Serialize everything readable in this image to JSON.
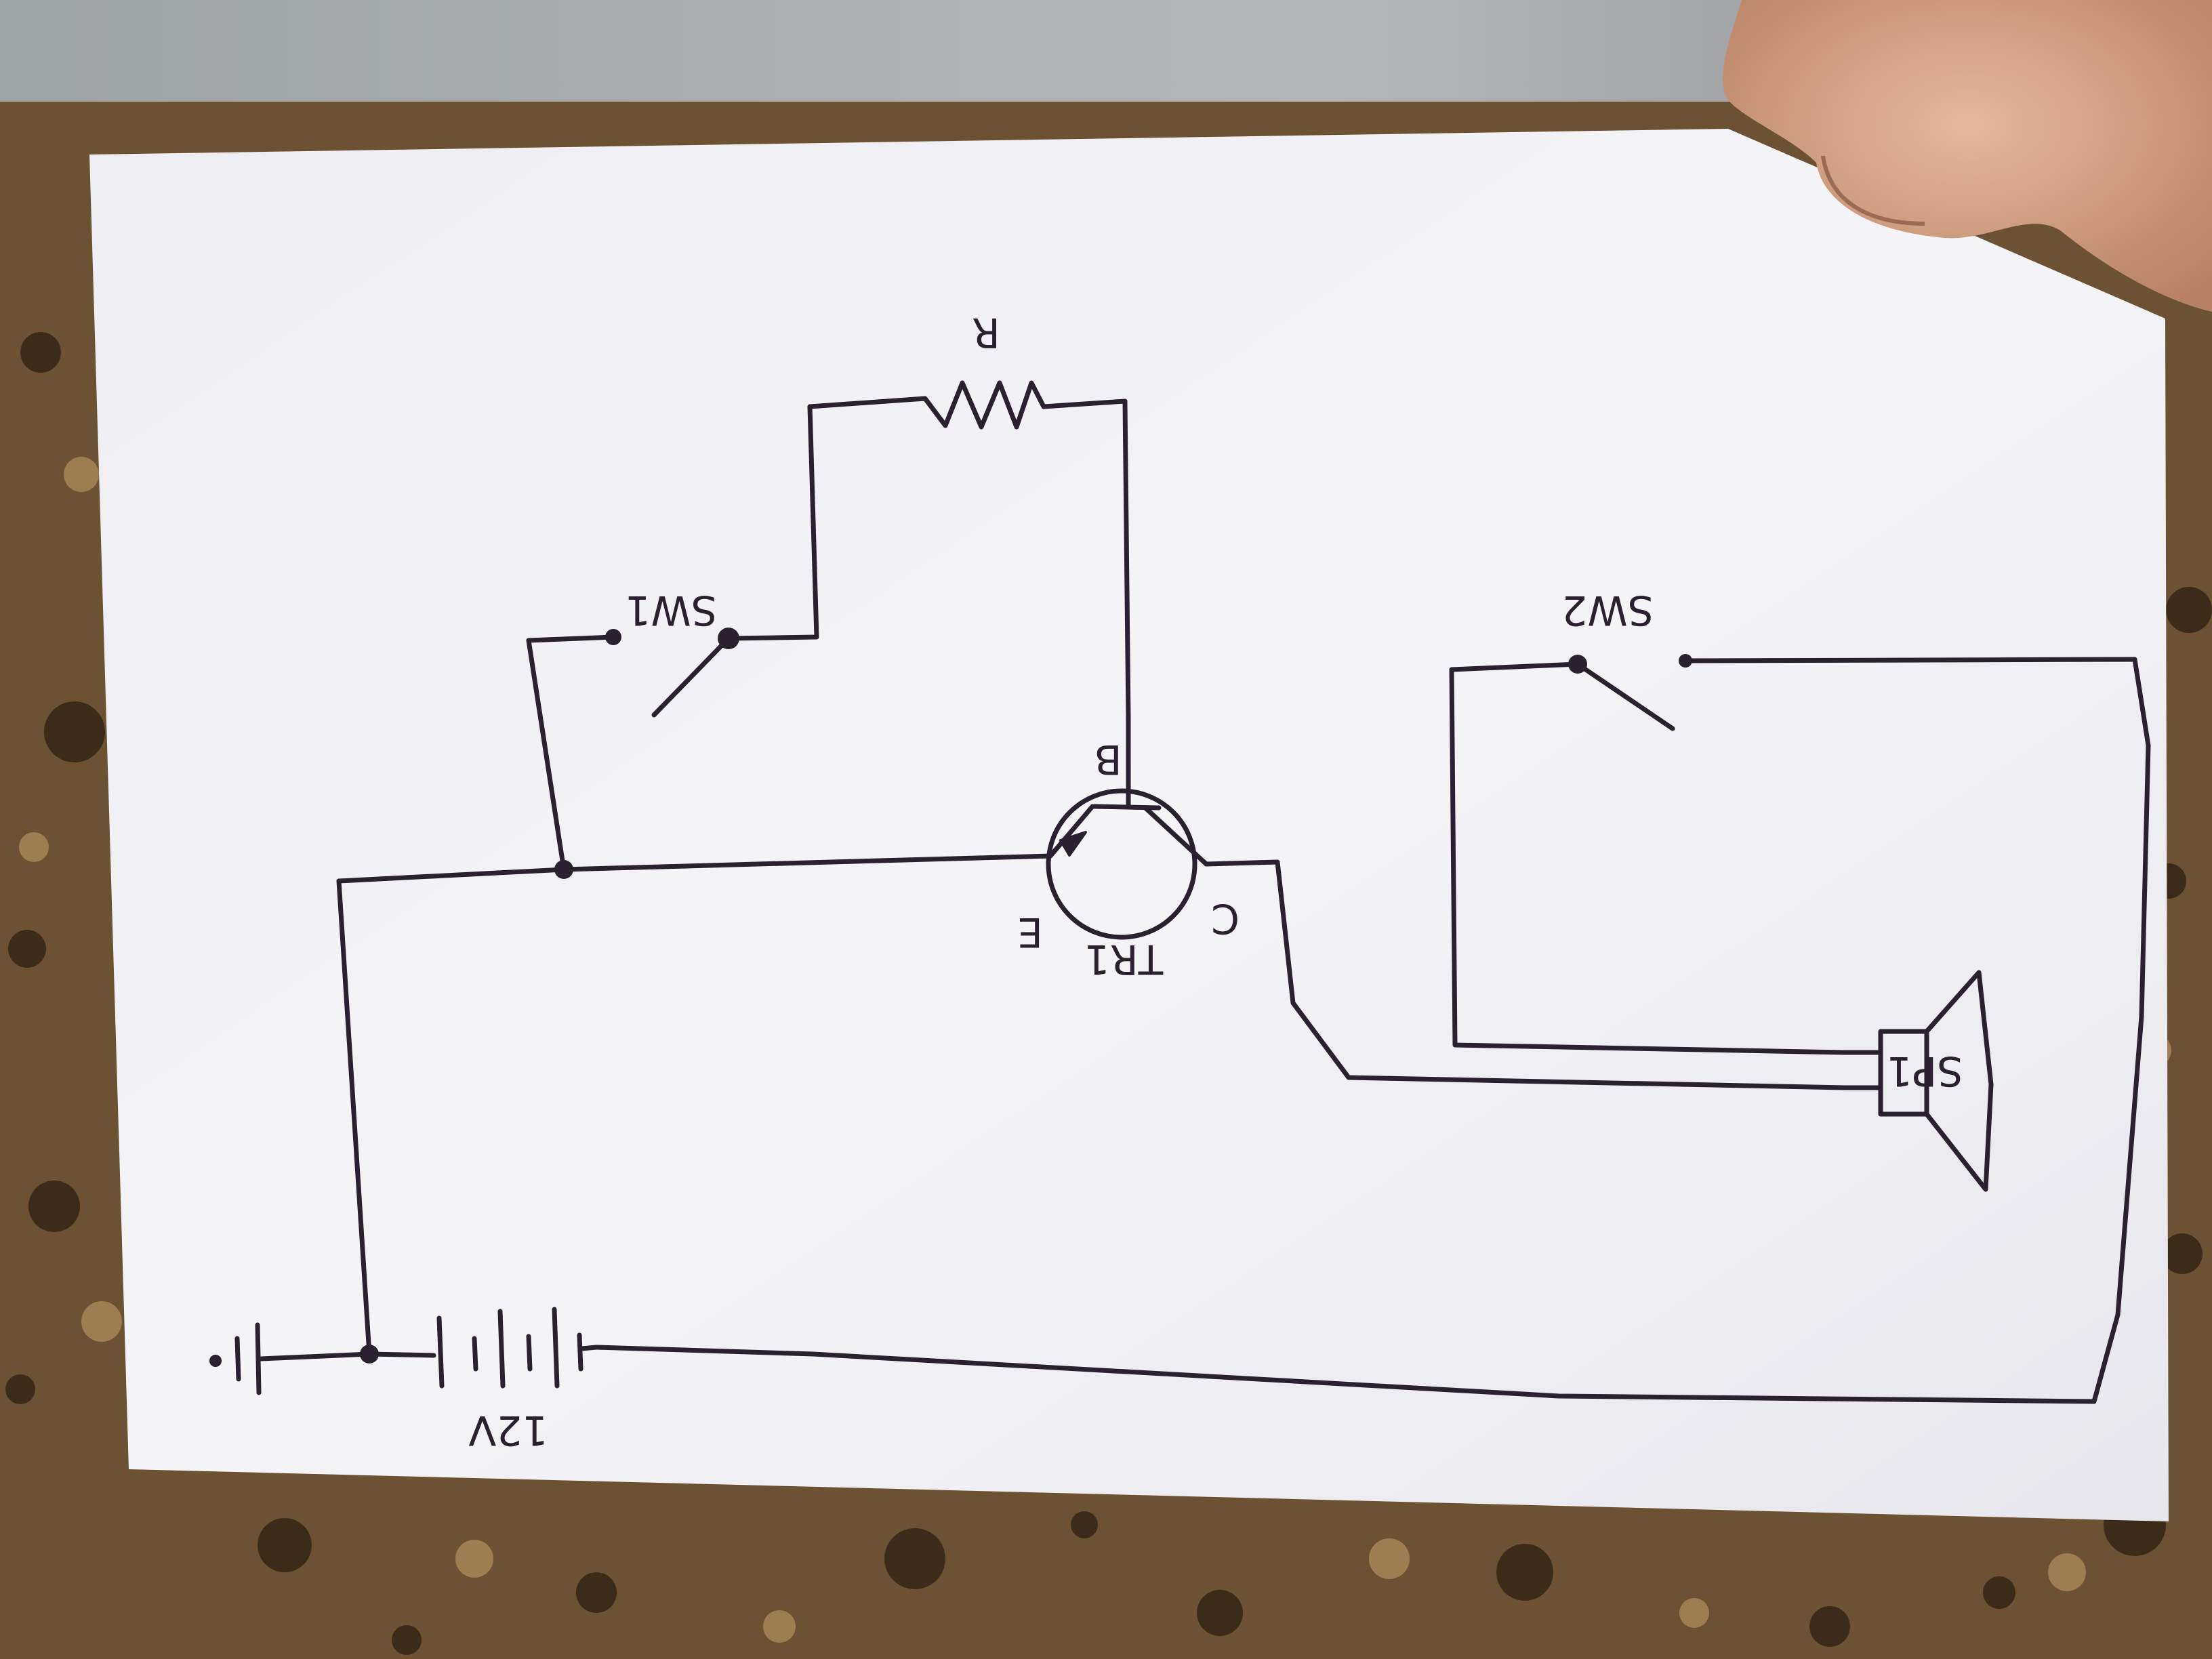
{
  "diagram": {
    "type": "hand-drawn circuit schematic (photographed, rotated 180°)",
    "labels": {
      "resistor": "R",
      "switch_1": "SW1",
      "switch_2": "SW2",
      "transistor": "TR1",
      "base": "B",
      "emitter": "E",
      "collector": "C",
      "speaker": "SP1",
      "battery": "12V"
    },
    "components": [
      "resistor-r",
      "switch-sw1",
      "switch-sw2",
      "transistor-tr1",
      "speaker-sp1",
      "battery-12v",
      "ground-symbol"
    ]
  },
  "colors": {
    "ink": "#2a2030",
    "paper": "#f3f3f6",
    "countertop": "#6b5232",
    "wall": "#a7aaad",
    "hand": "#d9a98a"
  }
}
